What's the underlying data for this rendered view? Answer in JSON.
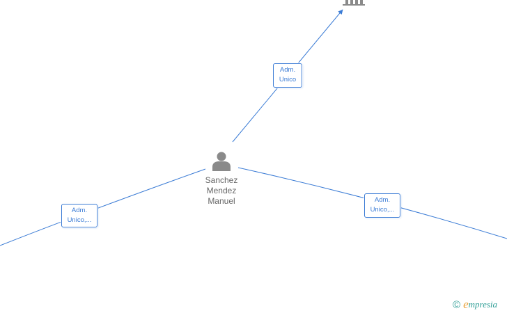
{
  "colors": {
    "edge": "#3a7bd5",
    "node": "#8a8a8a",
    "label_text": "#666666",
    "brand": "#2f9e96",
    "brand_accent": "#e8a23a"
  },
  "nodes": {
    "person": {
      "name_lines": [
        "Sanchez",
        "Mendez",
        "Manuel"
      ],
      "icon": "person-icon"
    },
    "company_top": {
      "icon": "building-icon"
    }
  },
  "edges": {
    "top": {
      "label_lines": [
        "Adm.",
        "Unico"
      ]
    },
    "left": {
      "label_lines": [
        "Adm.",
        "Unico,..."
      ]
    },
    "right": {
      "label_lines": [
        "Adm.",
        "Unico,..."
      ]
    }
  },
  "brand": {
    "copyright": "©",
    "first_letter": "e",
    "rest": "mpresia"
  }
}
